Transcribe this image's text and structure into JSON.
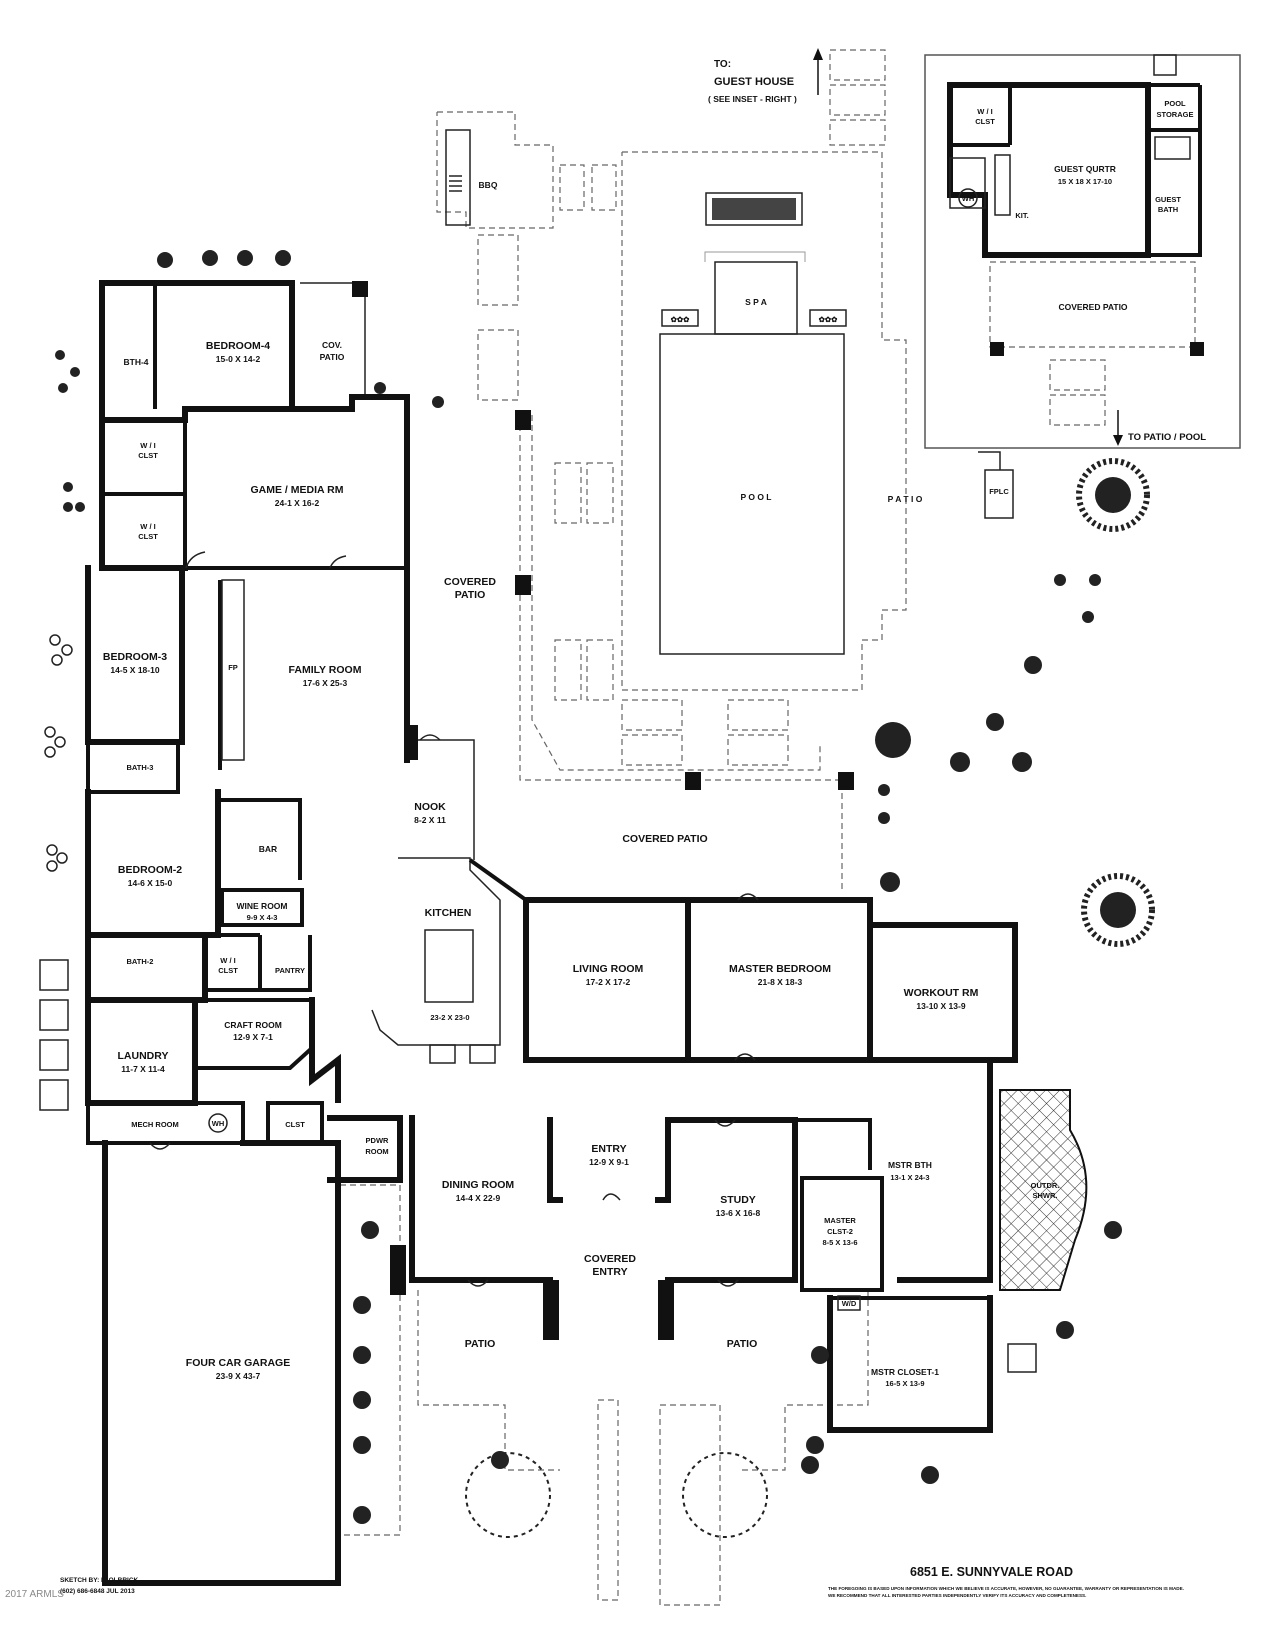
{
  "rooms": [
    {
      "id": "bedroom-4",
      "name": "BEDROOM-4",
      "dims": "15-0  X  14-2"
    },
    {
      "id": "bth-4",
      "name": "BTH-4",
      "dims": ""
    },
    {
      "id": "cov-patio",
      "name": "COV.",
      "dims": "PATIO"
    },
    {
      "id": "wi-clst-1",
      "name": "W / I",
      "dims": "CLST"
    },
    {
      "id": "wi-clst-2",
      "name": "W / I",
      "dims": "CLST"
    },
    {
      "id": "game-media",
      "name": "GAME / MEDIA RM",
      "dims": "24-1  X  16-2"
    },
    {
      "id": "bedroom-3",
      "name": "BEDROOM-3",
      "dims": "14-5  X  18-10"
    },
    {
      "id": "fp",
      "name": "FP",
      "dims": ""
    },
    {
      "id": "family-room",
      "name": "FAMILY ROOM",
      "dims": "17-6  X  25-3"
    },
    {
      "id": "covered-patio-1",
      "name": "COVERED",
      "dims": "PATIO"
    },
    {
      "id": "bath-3",
      "name": "BATH-3",
      "dims": ""
    },
    {
      "id": "nook",
      "name": "NOOK",
      "dims": "8-2  X  11"
    },
    {
      "id": "bedroom-2",
      "name": "BEDROOM-2",
      "dims": "14-6  X  15-0"
    },
    {
      "id": "bar",
      "name": "BAR",
      "dims": ""
    },
    {
      "id": "wine-room",
      "name": "WINE ROOM",
      "dims": "9-9  X  4-3"
    },
    {
      "id": "kitchen",
      "name": "KITCHEN",
      "dims": "23-2 X 23-0"
    },
    {
      "id": "bath-2",
      "name": "BATH-2",
      "dims": ""
    },
    {
      "id": "wi-clst-3",
      "name": "W / I",
      "dims": "CLST"
    },
    {
      "id": "pantry",
      "name": "PANTRY",
      "dims": ""
    },
    {
      "id": "laundry",
      "name": "LAUNDRY",
      "dims": "11-7  X  11-4"
    },
    {
      "id": "craft-room",
      "name": "CRAFT ROOM",
      "dims": "12-9  X  7-1"
    },
    {
      "id": "mech-room",
      "name": "MECH ROOM",
      "dims": ""
    },
    {
      "id": "clst",
      "name": "CLST",
      "dims": ""
    },
    {
      "id": "pdwr-room",
      "name": "PDWR",
      "dims": "ROOM"
    },
    {
      "id": "living-room",
      "name": "LIVING ROOM",
      "dims": "17-2  X  17-2"
    },
    {
      "id": "master-bedroom",
      "name": "MASTER BEDROOM",
      "dims": "21-8  X  18-3"
    },
    {
      "id": "workout-rm",
      "name": "WORKOUT RM",
      "dims": "13-10  X  13-9"
    },
    {
      "id": "covered-patio-2",
      "name": "COVERED PATIO",
      "dims": ""
    },
    {
      "id": "dining-room",
      "name": "DINING ROOM",
      "dims": "14-4  X  22-9"
    },
    {
      "id": "entry",
      "name": "ENTRY",
      "dims": "12-9  X  9-1"
    },
    {
      "id": "covered-entry",
      "name": "COVERED",
      "dims": "ENTRY"
    },
    {
      "id": "study",
      "name": "STUDY",
      "dims": "13-6  X  16-8"
    },
    {
      "id": "mstr-bth",
      "name": "MSTR BTH",
      "dims": "13-1  X  24-3"
    },
    {
      "id": "master-clst-2",
      "name": "MASTER",
      "dims": "CLST-2"
    },
    {
      "id": "outdr-shwr",
      "name": "OUTDR.",
      "dims": "SHWR."
    },
    {
      "id": "mstr-closet-1",
      "name": "MSTR CLOSET-1",
      "dims": "16-5  X  13-9"
    },
    {
      "id": "patio-left",
      "name": "PATIO",
      "dims": ""
    },
    {
      "id": "patio-right",
      "name": "PATIO",
      "dims": ""
    },
    {
      "id": "four-car-garage",
      "name": "FOUR CAR GARAGE",
      "dims": "23-9  X  43-7"
    },
    {
      "id": "bbq",
      "name": "BBQ",
      "dims": ""
    },
    {
      "id": "spa",
      "name": "S P A",
      "dims": ""
    },
    {
      "id": "pool",
      "name": "P O O L",
      "dims": ""
    },
    {
      "id": "patio-east",
      "name": "P A T I O",
      "dims": ""
    },
    {
      "id": "fplc",
      "name": "FPLC",
      "dims": ""
    },
    {
      "id": "guest-qurtr",
      "name": "GUEST QURTR",
      "dims": "15 X 18 X 17-10"
    },
    {
      "id": "guest-wi-clst",
      "name": "W / I",
      "dims": "CLST"
    },
    {
      "id": "pool-storage",
      "name": "POOL",
      "dims": "STORAGE"
    },
    {
      "id": "guest-bath",
      "name": "GUEST",
      "dims": "BATH"
    },
    {
      "id": "kit",
      "name": "KIT.",
      "dims": ""
    },
    {
      "id": "guest-covered-patio",
      "name": "COVERED PATIO",
      "dims": ""
    }
  ],
  "master_clst_2_dims": "8-5 X 13-6",
  "fixtures": {
    "wh": "WH",
    "wd": "W/D"
  },
  "notes": {
    "to": "TO:",
    "guest_house": "GUEST HOUSE",
    "see_inset": "( SEE INSET - RIGHT )",
    "to_patio_pool": "TO PATIO / POOL"
  },
  "address": "6851 E. SUNNYVALE ROAD",
  "sketch": {
    "line1": "SKETCH BY:   L. OLBRICK",
    "line2": "(602) 686-6848   JUL 2013"
  },
  "watermark": "2017 ARMLS",
  "disclaimer": {
    "line1": "THE FOREGOING IS BASED UPON INFORMATION WHICH WE BELIEVE IS ACCURATE, HOWEVER, NO GUARANTEE, WARRANTY OR REPRESENTATION IS MADE.",
    "line2": "WE RECOMMEND THAT ALL INTERESTED PARTIES INDEPENDENTLY VERIFY ITS ACCURACY AND COMPLETENESS."
  },
  "colors": {
    "wall": "#111111",
    "paving": "#666666",
    "background": "#ffffff"
  }
}
